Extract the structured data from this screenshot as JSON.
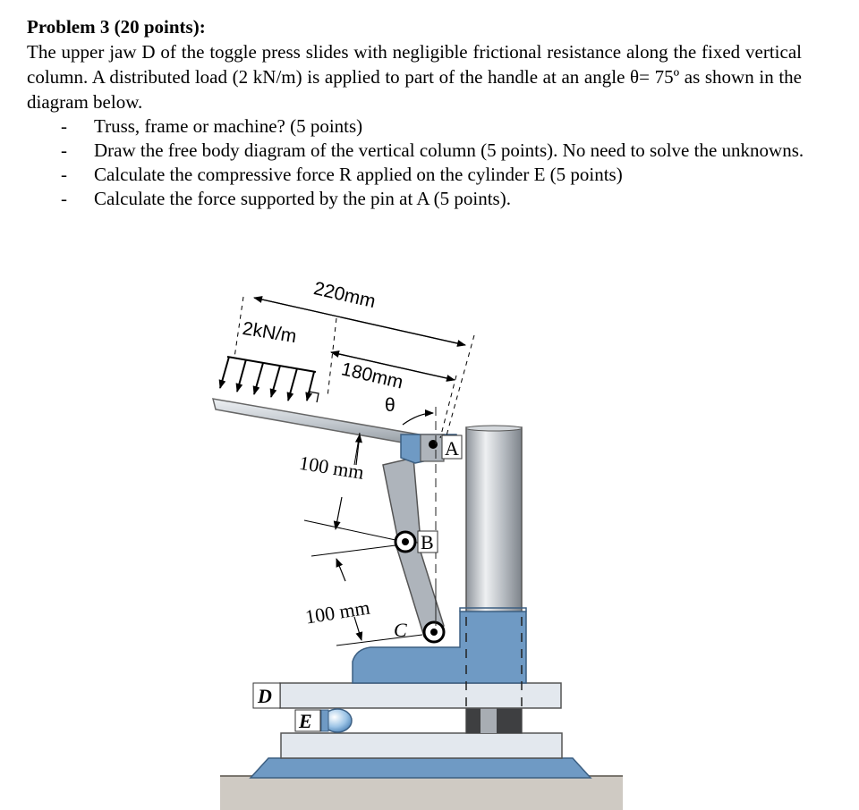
{
  "problem": {
    "title": "Problem 3 (20 points):",
    "body": "The upper jaw D of the toggle press slides with negligible frictional resistance along the fixed vertical column. A distributed load (2 kN/m) is applied to part of the handle at an angle θ= 75º as shown in the diagram below.",
    "tasks": [
      "Truss, frame or machine? (5 points)",
      "Draw the free body diagram of the vertical column (5 points). No need to solve the unknowns.",
      "Calculate the compressive force R applied on the cylinder E (5 points)",
      "Calculate the force supported by the pin at A (5 points)."
    ],
    "bullet": "-"
  },
  "figure": {
    "dim_total": "220mm",
    "dim_load": "180mm",
    "load_label": "2kN/m",
    "angle_label": "θ",
    "dim_link_ab": "100 mm",
    "dim_link_bc": "100 mm",
    "point_a": "A",
    "point_b": "B",
    "point_c": "C",
    "point_d": "D",
    "point_e": "E"
  },
  "colors": {
    "steel_blue": "#6f9ac4",
    "light_panel": "#e3e8ee",
    "column_gray": "#aeb4bb",
    "ground": "#c7c2bb"
  }
}
